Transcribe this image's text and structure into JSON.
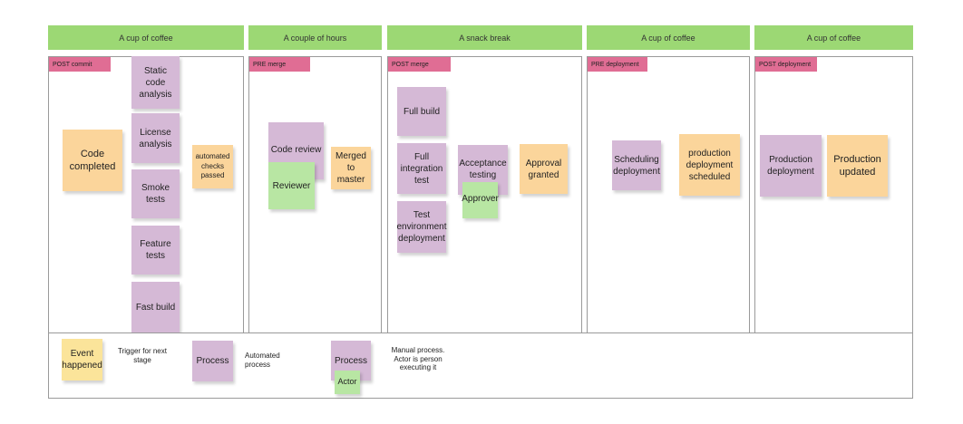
{
  "headers": [
    "A cup of coffee",
    "A couple of hours",
    "A snack break",
    "A cup of coffee",
    "A cup of coffee"
  ],
  "tags": [
    "POST commit",
    "PRE merge",
    "POST merge",
    "PRE deployment",
    "POST deployment"
  ],
  "notes": {
    "static_code_analysis": "Static code analysis",
    "license_analysis": "License analysis",
    "smoke_tests": "Smoke tests",
    "feature_tests": "Feature tests",
    "fast_build": "Fast build",
    "code_completed": "Code completed",
    "automated_checks_passed": "automated checks passed",
    "code_review": "Code review",
    "reviewer": "Reviewer",
    "merged_to_master": "Merged to master",
    "full_build": "Full build",
    "full_integration_test": "Full integration test",
    "test_environment_deployment": "Test environment deployment",
    "acceptance_testing": "Acceptance testing",
    "approver": "Approver",
    "approval_granted": "Approval granted",
    "scheduling_deployment": "Scheduling deployment",
    "production_deployment_scheduled": "production deployment scheduled",
    "production_deployment": "Production deployment",
    "production_updated": "Production updated"
  },
  "legend": {
    "event_label": "Event happened",
    "event_desc": "Trigger for next stage",
    "process_label": "Process",
    "process_desc": "Automated process",
    "manual_process_label": "Process",
    "actor_label": "Actor",
    "manual_desc": "Manual process. Actor is person executing it"
  },
  "colors": {
    "header": "#9cd874",
    "tag": "#e06d94",
    "process": "#d5b9d6",
    "event": "#fbd59b",
    "actor": "#b8e6a3",
    "event_legend": "#fbe49a"
  }
}
